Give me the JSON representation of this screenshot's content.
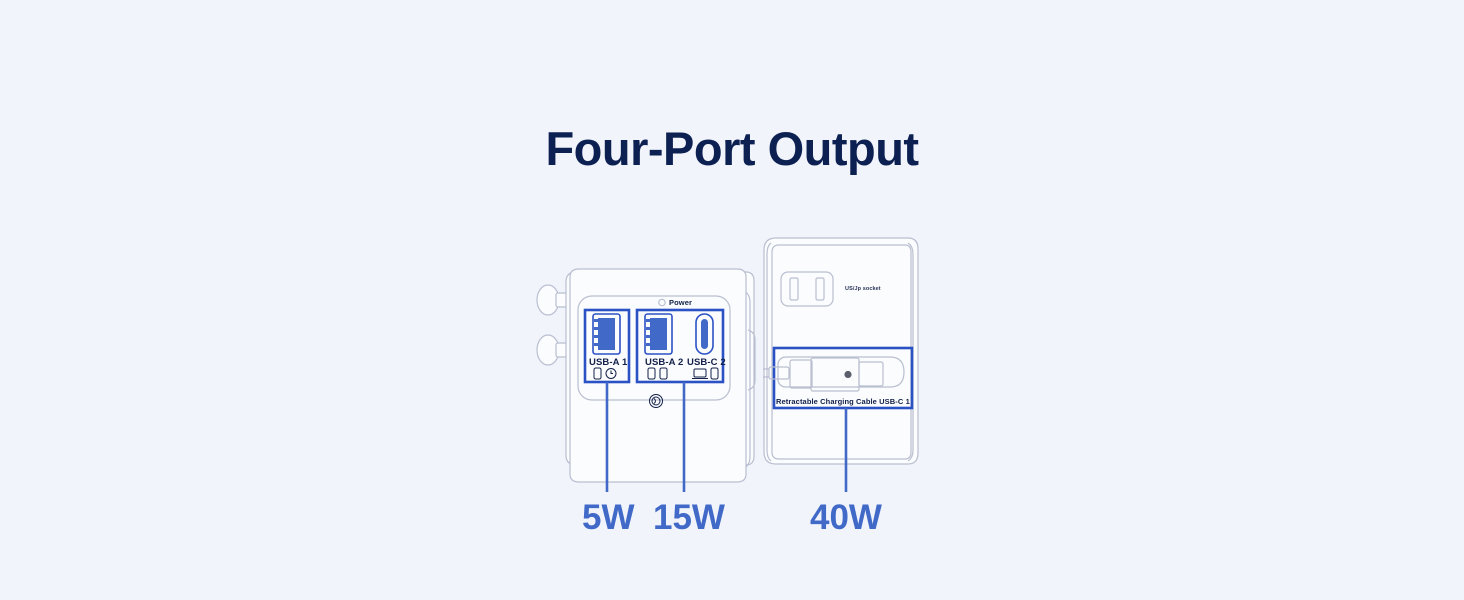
{
  "page": {
    "background_color": "#f1f4fb",
    "title": "Four-Port Output",
    "title_color": "#0d2052",
    "accent_blue": "#2b52c4",
    "watt_color": "#4069c8",
    "outline_gray": "#b9bfd0"
  },
  "device_front": {
    "name": "travel-adapter-front-view",
    "power_indicator_label": "Power",
    "ports": [
      {
        "id": "usb-a-1",
        "label": "USB-A 1",
        "type": "usb-a",
        "icons": [
          "phone-icon",
          "watch-icon"
        ],
        "watt": "5W"
      },
      {
        "id": "usb-a-2",
        "label": "USB-A 2",
        "type": "usb-a",
        "icons": [
          "phone-icon",
          "phone-icon"
        ],
        "watt": "15W"
      },
      {
        "id": "usb-c-2",
        "label": "USB-C 2",
        "type": "usb-c",
        "icons": [
          "laptop-icon",
          "phone-icon"
        ],
        "watt": "15W"
      }
    ],
    "certification_badge": "certification-badge-icon",
    "highlight_groups": [
      {
        "id": "group-usb-a-1",
        "ports": [
          "usb-a-1"
        ],
        "watt": "5W"
      },
      {
        "id": "group-usb-a-2-usb-c-2",
        "ports": [
          "usb-a-2",
          "usb-c-2"
        ],
        "watt": "15W"
      }
    ]
  },
  "device_side": {
    "name": "travel-adapter-side-view",
    "socket_label": "US/Jp socket",
    "cable_label": "Retractable Charging Cable  USB-C 1",
    "port": {
      "id": "usb-c-1",
      "label": "USB-C 1",
      "watt": "40W"
    }
  },
  "wattages": [
    {
      "id": "watt-5w",
      "value": "5W",
      "for_port": "usb-a-1"
    },
    {
      "id": "watt-15w",
      "value": "15W",
      "for_port": "usb-a-2-and-usb-c-2"
    },
    {
      "id": "watt-40w",
      "value": "40W",
      "for_port": "usb-c-1"
    }
  ]
}
